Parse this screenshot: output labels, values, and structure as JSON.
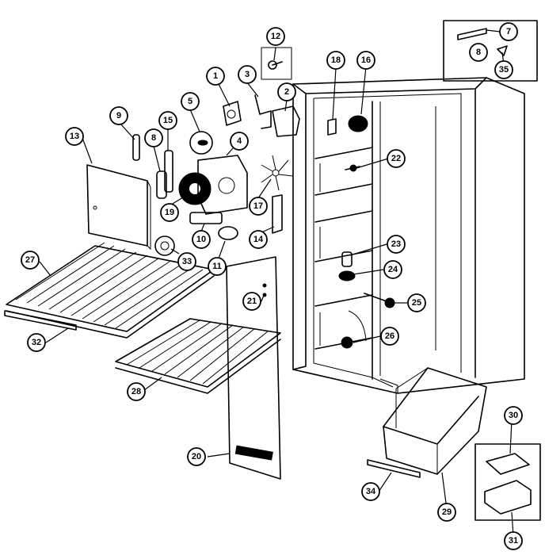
{
  "callouts": [
    {
      "id": "c1",
      "label": "1"
    },
    {
      "id": "c2",
      "label": "2"
    },
    {
      "id": "c3",
      "label": "3"
    },
    {
      "id": "c4",
      "label": "4"
    },
    {
      "id": "c5",
      "label": "5"
    },
    {
      "id": "c7",
      "label": "7"
    },
    {
      "id": "c8",
      "label": "8"
    },
    {
      "id": "c8b",
      "label": "8"
    },
    {
      "id": "c9",
      "label": "9"
    },
    {
      "id": "c10",
      "label": "10"
    },
    {
      "id": "c11",
      "label": "11"
    },
    {
      "id": "c12",
      "label": "12"
    },
    {
      "id": "c13",
      "label": "13"
    },
    {
      "id": "c14",
      "label": "14"
    },
    {
      "id": "c15",
      "label": "15"
    },
    {
      "id": "c16",
      "label": "16"
    },
    {
      "id": "c17",
      "label": "17"
    },
    {
      "id": "c18",
      "label": "18"
    },
    {
      "id": "c19",
      "label": "19"
    },
    {
      "id": "c20",
      "label": "20"
    },
    {
      "id": "c21",
      "label": "21"
    },
    {
      "id": "c22",
      "label": "22"
    },
    {
      "id": "c23",
      "label": "23"
    },
    {
      "id": "c24",
      "label": "24"
    },
    {
      "id": "c25",
      "label": "25"
    },
    {
      "id": "c26",
      "label": "26"
    },
    {
      "id": "c27",
      "label": "27"
    },
    {
      "id": "c28",
      "label": "28"
    },
    {
      "id": "c29",
      "label": "29"
    },
    {
      "id": "c30",
      "label": "30"
    },
    {
      "id": "c31",
      "label": "31"
    },
    {
      "id": "c32",
      "label": "32"
    },
    {
      "id": "c33",
      "label": "33"
    },
    {
      "id": "c34",
      "label": "34"
    },
    {
      "id": "c35",
      "label": "35"
    }
  ]
}
